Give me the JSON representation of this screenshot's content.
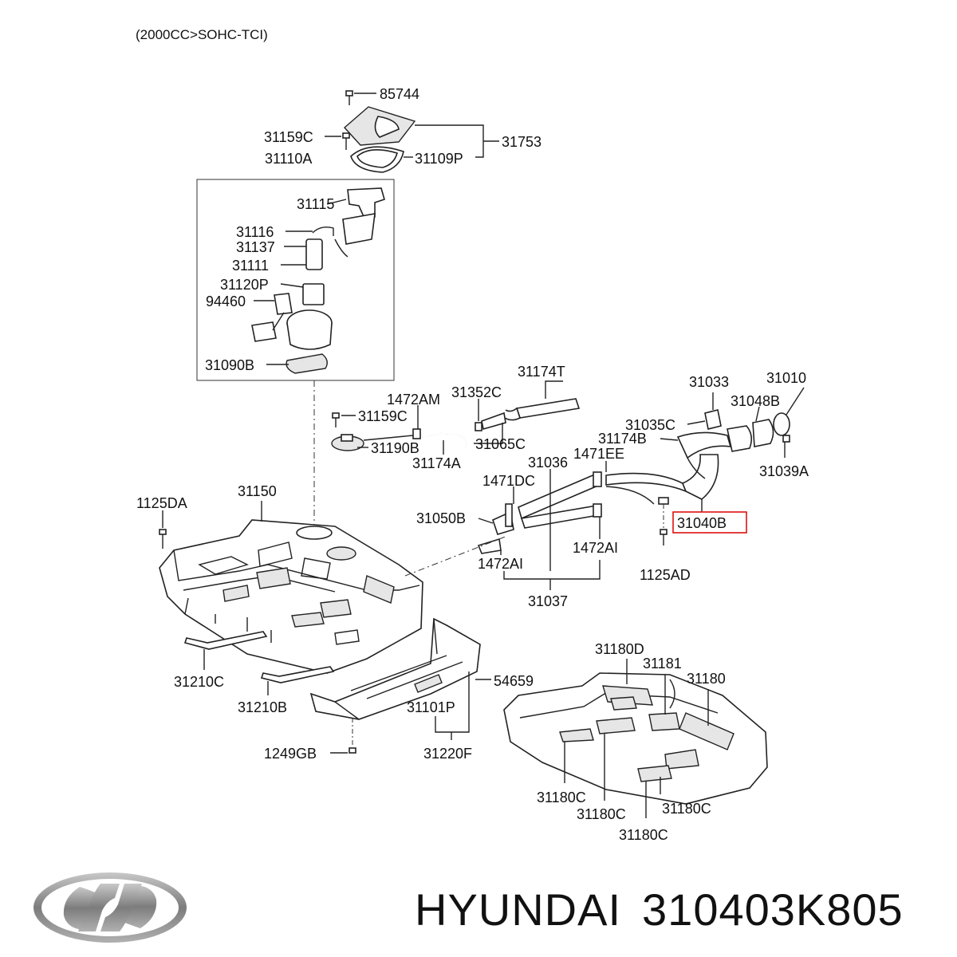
{
  "diagram": {
    "header_note": "(2000CC>SOHC-TCI)",
    "highlighted_part": "31040B",
    "part_labels": {
      "p85744": "85744",
      "p31159C_top": "31159C",
      "p31753": "31753",
      "p31110A": "31110A",
      "p31109P": "31109P",
      "p31115": "31115",
      "p31116": "31116",
      "p31137": "31137",
      "p31111": "31111",
      "p31120P": "31120P",
      "p94460": "94460",
      "p31090B": "31090B",
      "p31174T": "31174T",
      "p1472AM": "1472AM",
      "p31352C": "31352C",
      "p31159C_mid": "31159C",
      "p31190B": "31190B",
      "p31065C": "31065C",
      "p31174A": "31174A",
      "p31036": "31036",
      "p1471EE": "1471EE",
      "p1471DC": "1471DC",
      "p31050B": "31050B",
      "p1472AI_right": "1472AI",
      "p1472AI_left": "1472AI",
      "p31037": "31037",
      "p31033": "31033",
      "p31010": "31010",
      "p31048B": "31048B",
      "p31035C": "31035C",
      "p31174B": "31174B",
      "p31039A": "31039A",
      "p31040B": "31040B",
      "p1125AD": "1125AD",
      "p1125DA": "1125DA",
      "p31150": "31150",
      "p31210C": "31210C",
      "p31210B": "31210B",
      "p54659": "54659",
      "p31101P": "31101P",
      "p1249GB": "1249GB",
      "p31220F": "31220F",
      "p31180D": "31180D",
      "p31181": "31181",
      "p31180": "31180",
      "p31180C_a": "31180C",
      "p31180C_b": "31180C",
      "p31180C_c": "31180C",
      "p31180C_d": "31180C"
    }
  },
  "footer": {
    "brand": "HYUNDAI",
    "part_number": "310403K805"
  },
  "logo": {
    "icon": "hyundai-logo-icon",
    "color": "#8a8a8a"
  }
}
